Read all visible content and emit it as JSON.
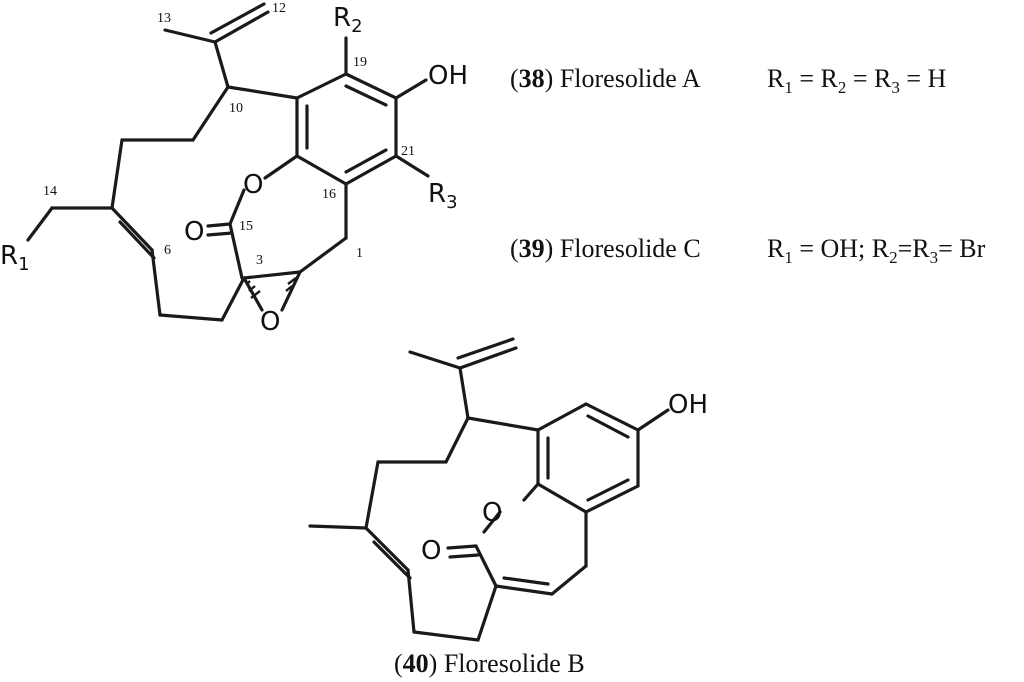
{
  "structure_top": {
    "atoms": {
      "r1": "R",
      "r1_sub": "1",
      "r2": "R",
      "r2_sub": "2",
      "r3": "R",
      "r3_sub": "3",
      "oh": "OH",
      "ester_o": "O",
      "carbonyl_o": "O",
      "epoxide_o": "O"
    },
    "numbers": {
      "n12": "12",
      "n13": "13",
      "n19": "19",
      "n10": "10",
      "n21": "21",
      "n16": "16",
      "n14": "14",
      "n15": "15",
      "n6": "6",
      "n3": "3",
      "n1": "1"
    }
  },
  "structure_bottom": {
    "atoms": {
      "oh": "OH",
      "ester_o": "O",
      "carbonyl_o": "O"
    }
  },
  "captions": {
    "c38": {
      "open": "(",
      "num": "38",
      "close": ")",
      "name": " Floresolide A",
      "r1": "R",
      "r1s": "1",
      "eq1": " = R",
      "r2s": "2",
      "eq2": " = R",
      "r3s": "3",
      "tail": " = H"
    },
    "c39": {
      "open": "(",
      "num": "39",
      "close": ")",
      "name": " Floresolide C",
      "r1": "R",
      "r1s": "1",
      "eq1": " = OH; R",
      "r2s": "2",
      "eq2": "=R",
      "r3s": "3",
      "tail": "= Br"
    },
    "c40": {
      "open": "(",
      "num": "40",
      "close": ")",
      "name": " Floresolide B"
    }
  }
}
